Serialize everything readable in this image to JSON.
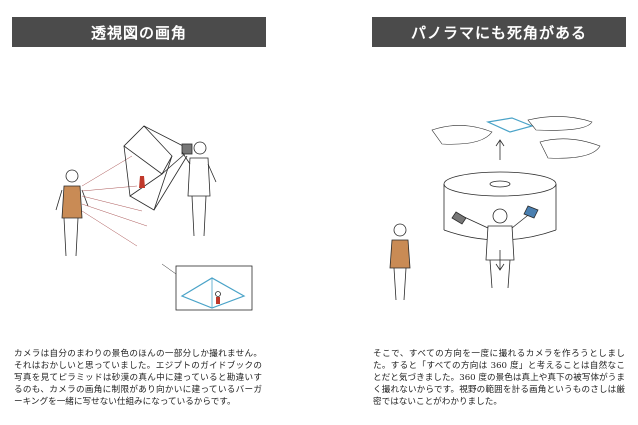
{
  "left": {
    "title": "透視図の画角",
    "caption": "カメラは自分のまわりの景色のほんの一部分しか撮れません。それはおかしいと思っていました。エジプトのガイドブックの写真を見てピラミッドは砂漠の真ん中に建っていると勘違いするのも、カメラの画角に制限があり向かいに建っているバーガーキングを一緒に写せない仕組みになっているからです。"
  },
  "right": {
    "title": "パノラマにも死角がある",
    "caption": "そこで、すべての方向を一度に撮れるカメラを作ろうとしました。すると「すべての方向は 360 度」と考えることは自然なことだと気づきました。360 度の景色は真上や真下の被写体がうまく撮れないからです。視野の範囲を計る画角というものさしは厳密ではないことがわかりました。"
  }
}
